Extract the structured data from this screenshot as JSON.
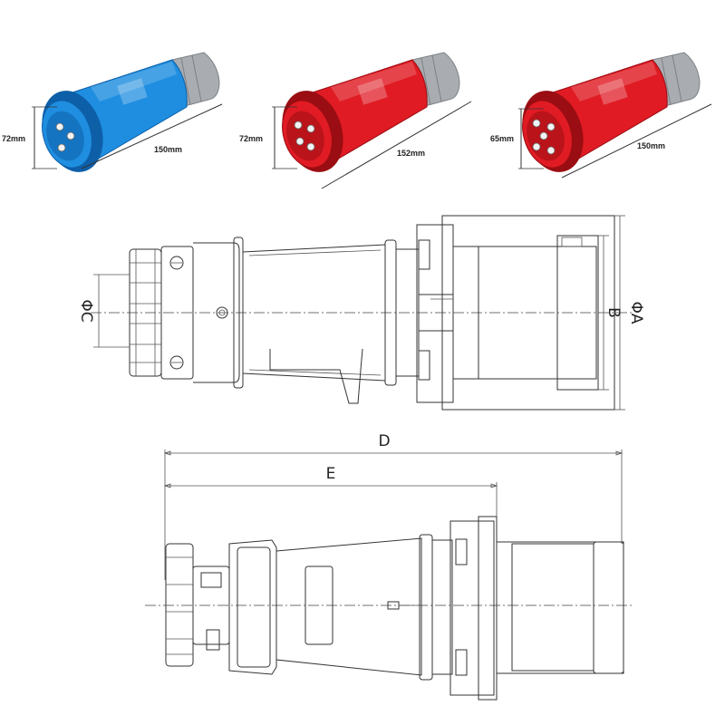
{
  "products": [
    {
      "color": "#1f8ee0",
      "dark": "#0d5fa8",
      "height_label": "72mm",
      "length_label": "150mm",
      "pins": 3
    },
    {
      "color": "#e01b24",
      "dark": "#9a0d12",
      "height_label": "72mm",
      "length_label": "152mm",
      "pins": 4
    },
    {
      "color": "#e01b24",
      "dark": "#9a0d12",
      "height_label": "65mm",
      "length_label": "150mm",
      "pins": 5
    }
  ],
  "drawing_labels": {
    "phi_a": "ΦA",
    "b": "B",
    "phi_c": "ΦC",
    "d": "D",
    "e": "E"
  },
  "colors": {
    "cap_gray": "#a9adb1",
    "line": "#333333"
  }
}
